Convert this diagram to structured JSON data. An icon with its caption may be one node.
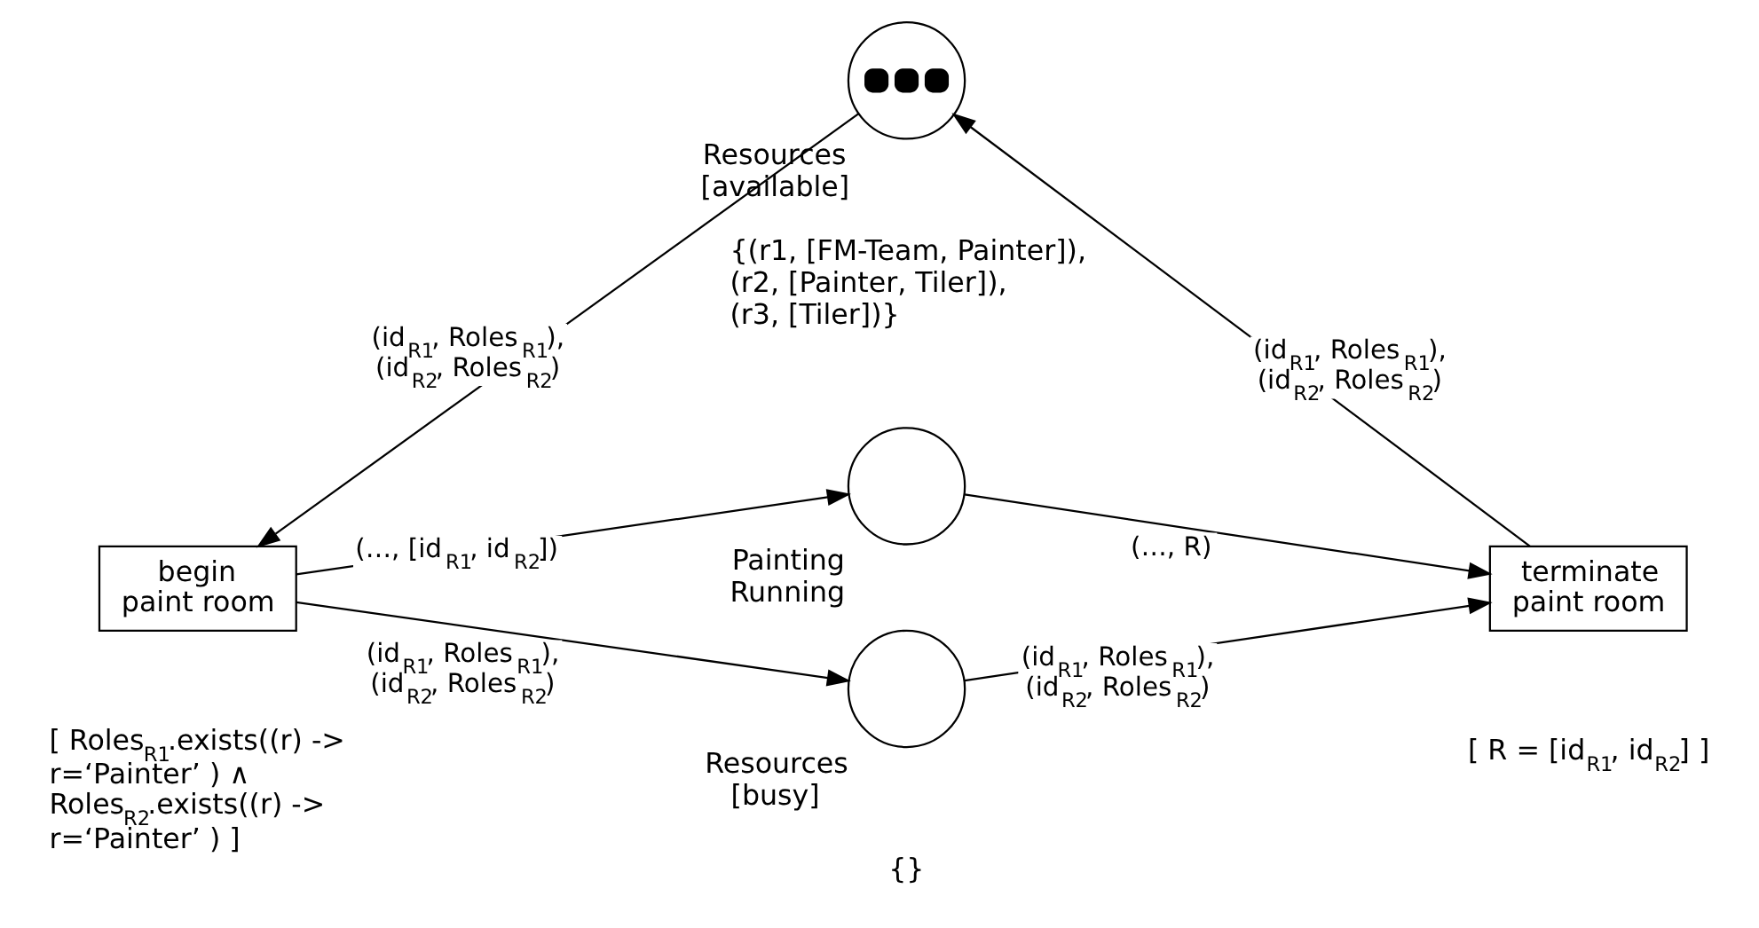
{
  "diagram": {
    "nodes": [
      {
        "text": [
          "Resources [available]"
        ],
        "beside": [
          "{(r1, [FM-Team, Painter]), (r2, [Painter, Tiler]), (r3, [Tiler])}"
        ]
      },
      {
        "text": [
          "begin paint room"
        ],
        "beside": [
          "[ Roles$_{R1}$.exists((r) -> r=‘Painter’ ) ∧ Roles$_{R2}$.exists((r) -> r=‘Painter’ ) ]"
        ]
      },
      {
        "text": [
          "Painting Running"
        ]
      },
      {
        "text": [
          "terminate paint room"
        ],
        "beside": [
          "[ R = [id$_{R1}$, id$_{R2}$] ]"
        ]
      },
      {
        "text": [
          "Resources [busy]"
        ],
        "beside": [
          "{}"
        ]
      }
    ],
    "edges": [
      {
        "from": 0,
        "to": 1,
        "arrow": "to",
        "label": "(id$_{R1}$, Roles$_{R1}$), (id$_{R2}$, Roles$_{R2}$)"
      },
      {
        "from": 1,
        "to": 2,
        "arrow": "to",
        "label": "(…, [id$_{R1}$, id$_{R2}$])"
      },
      {
        "from": 2,
        "to": 3,
        "arrow": "to",
        "label": "(…, R)"
      },
      {
        "from": 1,
        "to": 4,
        "arrow": "to",
        "label": "(id$_{R1}$, Roles$_{R1}$), (id$_{R2}$, Roles$_{R2}$)"
      },
      {
        "from": 3,
        "to": 0,
        "arrow": "to",
        "label": "(id$_{R1}$, Roles$_{R1}$), (id$_{R2}$, Roles$_{R2}$)"
      },
      {
        "from": 4,
        "to": 3,
        "arrow": "to",
        "label": "(id$_{R1}$, Roles$_{R1}$), (id$_{R2}$, Roles$_{R2}$)"
      }
    ]
  }
}
